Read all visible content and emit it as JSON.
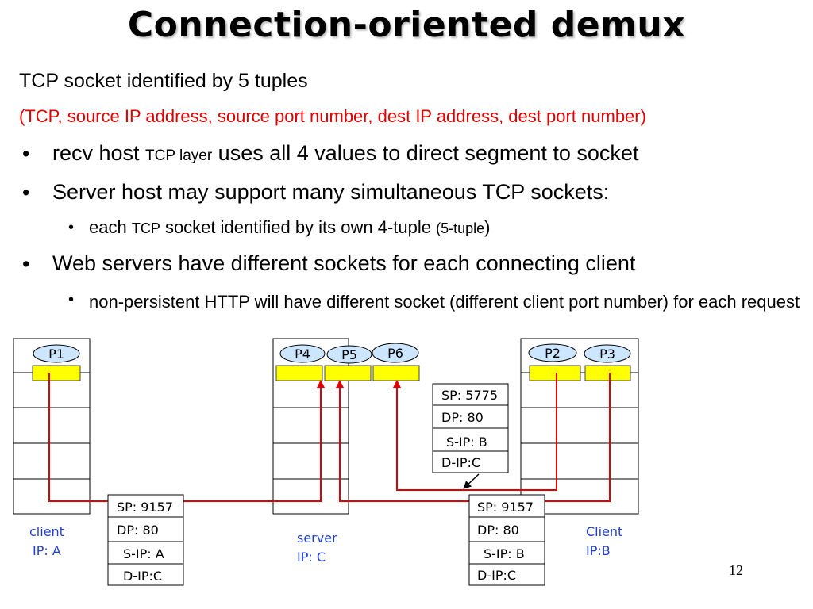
{
  "title": "Connection-oriented demux",
  "line1": "TCP socket identified by 5 tuples",
  "line2": "(TCP, source IP address, source port number, dest IP address, dest port number)",
  "bullets": [
    {
      "parts": [
        "recv host ",
        "TCP layer",
        " uses all 4 values to direct segment to socket"
      ]
    },
    {
      "text": "Server host may support many simultaneous TCP sockets:"
    },
    {
      "sub": [
        "each ",
        "TCP",
        " socket identified by its own 4-tuple ",
        "(5-tuple",
        ")"
      ]
    },
    {
      "text": "Web servers have different sockets for each connecting client"
    },
    {
      "sub_text": "non-persistent HTTP will have different socket (different client port number) for each request"
    }
  ],
  "bullet_char": "•",
  "processes": {
    "p1": "P1",
    "p2": "P2",
    "p3": "P3",
    "p4": "P4",
    "p5": "P5",
    "p6": "P6"
  },
  "hosts": {
    "client_a": {
      "label1": "client",
      "label2": "IP: A"
    },
    "server": {
      "label1": "server",
      "label2": "IP: C"
    },
    "client_b": {
      "label1": "Client",
      "label2": "IP:B"
    }
  },
  "segments": {
    "seg_a": {
      "sp": "SP: 9157",
      "dp": "DP: 80",
      "sip": "S-IP: A",
      "dip": "D-IP:C"
    },
    "seg_b1": {
      "sp": "SP: 5775",
      "dp": "DP: 80",
      "sip": "S-IP: B",
      "dip": "D-IP:C"
    },
    "seg_b2": {
      "sp": "SP: 9157",
      "dp": "DP: 80",
      "sip": "S-IP: B",
      "dip": "D-IP:C"
    }
  },
  "page_number": "12",
  "colors": {
    "arrow": "#e00000",
    "socket": "#ffff00",
    "process": "#cce6ff",
    "host_label": "#1f3fd0"
  }
}
